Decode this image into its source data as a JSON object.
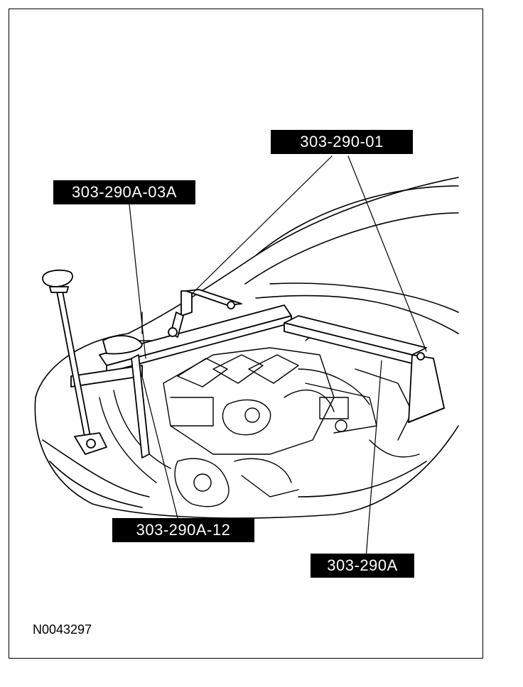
{
  "figure": {
    "callouts": {
      "c1": "303-290-01",
      "c2": "303-290A-03A",
      "c3": "303-290A-12",
      "c4": "303-290A"
    },
    "figure_id": "N0043297",
    "colors": {
      "line": "#000000",
      "label_bg": "#000000",
      "label_text": "#ffffff",
      "paper": "#ffffff"
    }
  }
}
